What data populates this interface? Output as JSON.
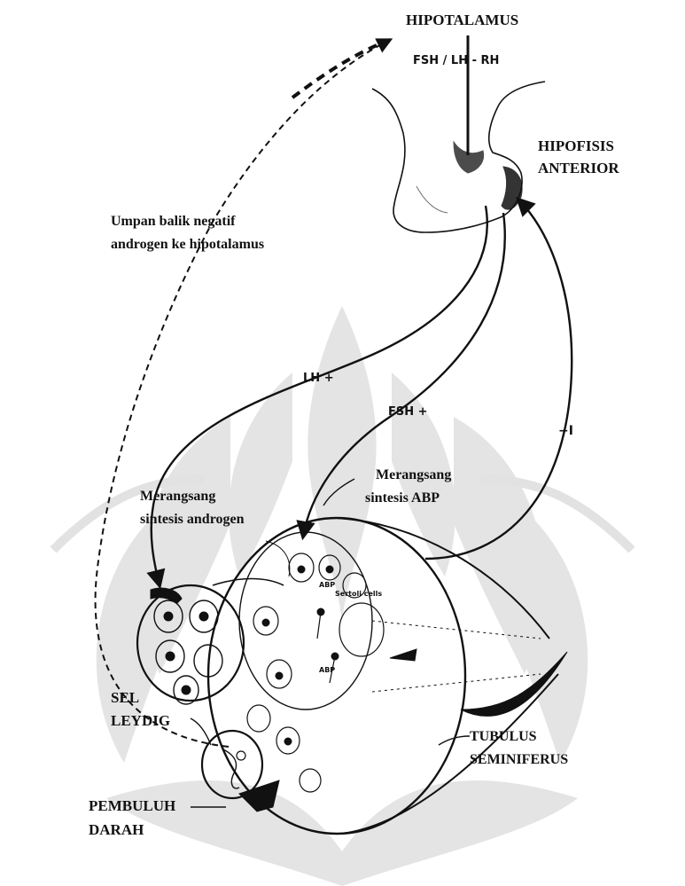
{
  "labels": {
    "hipotalamus": "HIPOTALAMUS",
    "fsh_lh_rh": "FSH / LH - RH",
    "hipofisis_line1": "HIPOFISIS",
    "hipofisis_line2": "ANTERIOR",
    "feedback_line1": "Umpan balik negatif",
    "feedback_line2": "androgen ke hipotalamus",
    "lh_plus": "LH +",
    "fsh_plus": "FSH +",
    "minus_one": "−I",
    "merangsang_abp_line1": "Merangsang",
    "merangsang_abp_line2": "sintesis ABP",
    "merangsang_androgen_line1": "Merangsang",
    "merangsang_androgen_line2": "sintesis androgen",
    "sel_leydig_line1": "SEL",
    "sel_leydig_line2": "LEYDIG",
    "tubulus_line1": "TUBULUS",
    "tubulus_line2": "SEMINIFERUS",
    "pembuluh_line1": "PEMBULUH",
    "pembuluh_line2": "DARAH",
    "abp_small": "ABP",
    "sertoli_small": "Sertoli cells",
    "abp_small_2": "ABP"
  },
  "colors": {
    "ink": "#111111",
    "background": "#ffffff",
    "watermark": "#e4e4e4"
  }
}
